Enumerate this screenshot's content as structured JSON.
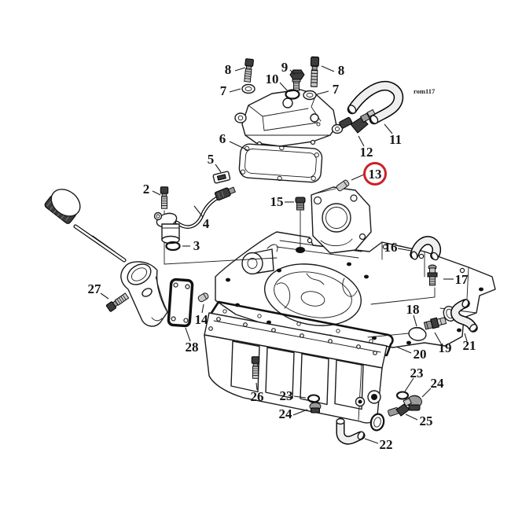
{
  "meta": {
    "watermark": "rom117",
    "accent_red": "#cd2026",
    "ink": "#1b1b1b",
    "highlighted_part": "13"
  },
  "callouts": {
    "bolt2": "2",
    "oring3": "3",
    "sensor4": "4",
    "clip5": "5",
    "gasket6": "6",
    "washer7_left": "7",
    "washer7_right": "7",
    "bolt8_left": "8",
    "bolt8_right": "8",
    "bolt9": "9",
    "oring10": "10",
    "hose11": "11",
    "fitting12": "12",
    "pin13": "13",
    "dowel14": "14",
    "plug15": "15",
    "hose16": "16",
    "fitting17": "17",
    "plug18": "18",
    "fitting19": "19",
    "gasket20": "20",
    "hose21": "21",
    "hose22": "22",
    "oring23_left": "23",
    "oring23_right": "23",
    "plug24_left": "24",
    "plug24_right": "24",
    "fitting25": "25",
    "bolt26": "26",
    "bolt27": "27",
    "gasket28": "28"
  }
}
